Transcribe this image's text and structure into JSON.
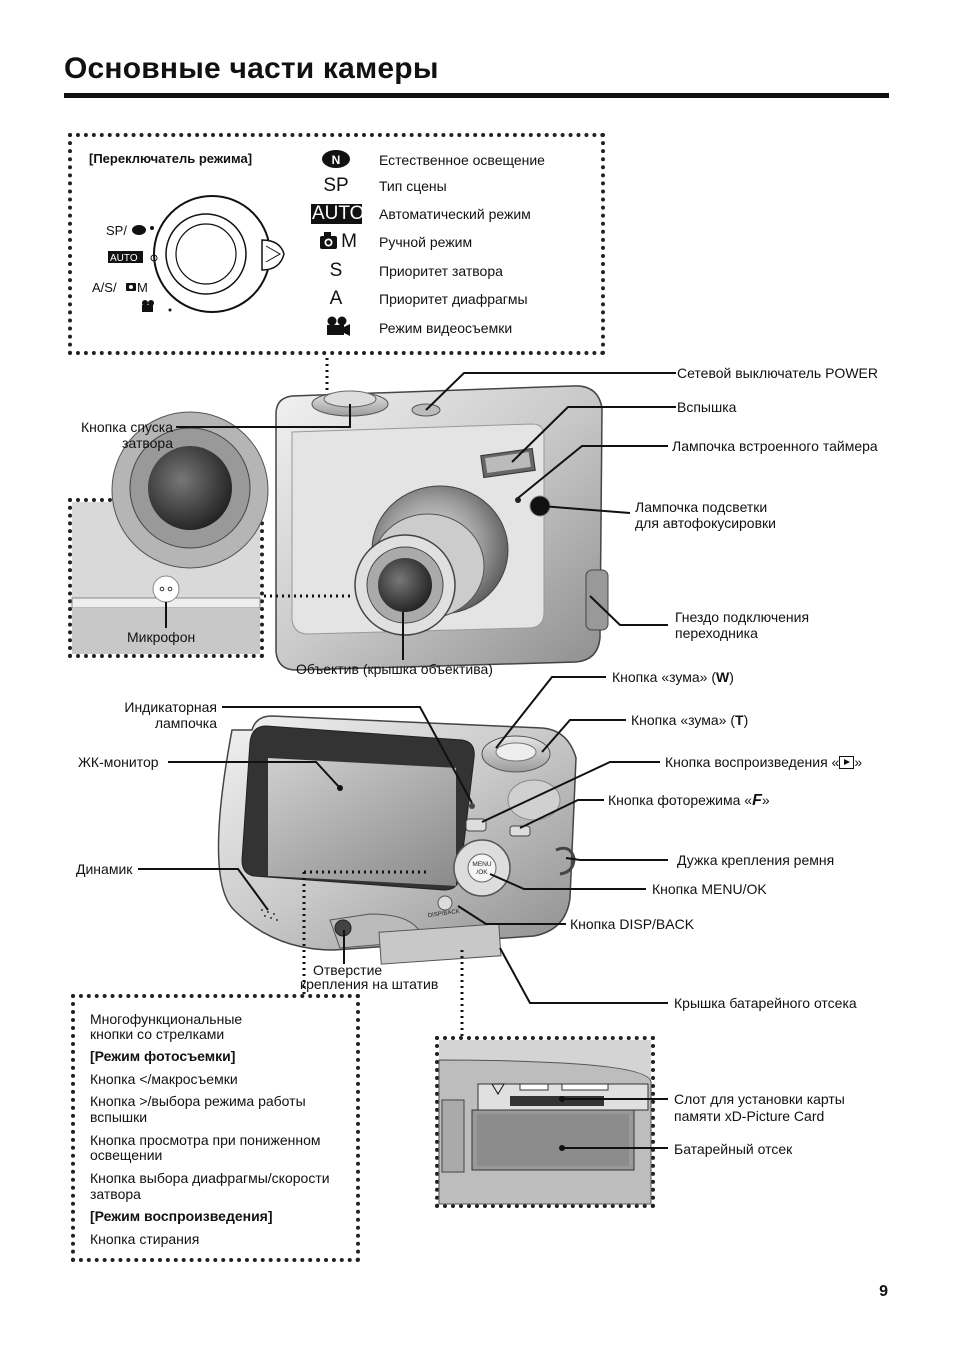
{
  "page_title": "Основные части камеры",
  "page_number": "9",
  "mode_dial": {
    "heading": "[Переключатель режима]",
    "dial_labels": {
      "sp": "SP/",
      "auto": "AUTO",
      "asm": "A/S/",
      "asm_m": "M"
    },
    "modes": [
      {
        "symbol": "N",
        "label": "Естественное освещение"
      },
      {
        "symbol": "SP",
        "label": "Тип сцены"
      },
      {
        "symbol": "AUTO",
        "label": "Автоматический режим"
      },
      {
        "symbol": "M",
        "label": "Ручной режим"
      },
      {
        "symbol": "S",
        "label": "Приоритет затвора"
      },
      {
        "symbol": "A",
        "label": "Приоритет диафрагмы"
      },
      {
        "symbol": "movie-camera-icon",
        "label": "Режим видеосъемки"
      }
    ]
  },
  "front_labels": {
    "power": "Сетевой выключатель POWER",
    "flash": "Вспышка",
    "self_timer": "Лампочка встроенного таймера",
    "af_assist_1": "Лампочка подсветки",
    "af_assist_2": "для автофокусировки",
    "shutter_1": "Кнопка спуска",
    "shutter_2": "затвора",
    "adapter_1": "Гнездо подключения",
    "adapter_2": "переходника",
    "microphone": "Микрофон",
    "lens": "Объектив (крышка объектива)"
  },
  "back_labels": {
    "zoom_w_prefix": "Кнопка «зума» (",
    "zoom_w_key": "W",
    "zoom_w_suffix": ")",
    "zoom_t_prefix": "Кнопка «зума» (",
    "zoom_t_key": "T",
    "zoom_t_suffix": ")",
    "indicator_1": "Индикаторная",
    "indicator_2": "лампочка",
    "lcd": "ЖК-монитор",
    "playback_prefix": "Кнопка воспроизведения «",
    "playback_suffix": "»",
    "photo_mode_prefix": "Кнопка фоторежима «",
    "photo_mode_suffix": "»",
    "strap": "Дужка крепления ремня",
    "speaker": "Динамик",
    "menu_ok": "Кнопка MENU/OK",
    "disp_back": "Кнопка DISP/BACK",
    "tripod_1": "Отверстие",
    "tripod_2": "крепления на штатив",
    "battery_cover": "Крышка батарейного отсека",
    "card_slot_1": "Слот для установки карты",
    "card_slot_2": "памяти xD-Picture Card",
    "battery_comp": "Батарейный отсек"
  },
  "arrow_buttons": {
    "heading_1": "Многофункциональные",
    "heading_2": "кнопки со стрелками",
    "photo_mode_header": "[Режим фотосъемки]",
    "left_macro": "Кнопка </макросъемки",
    "right_flash_1": "Кнопка >/выбора режима работы",
    "right_flash_2": "вспышки",
    "low_light_1": "Кнопка просмотра при пониженном",
    "low_light_2": "освещении",
    "aperture_1": "Кнопка выбора диафрагмы/скорости",
    "aperture_2": "затвора",
    "playback_header": "[Режим воспроизведения]",
    "delete": "Кнопка стирания"
  },
  "camera_text": {
    "menu": "MENU",
    "ok": "/OK",
    "disp": "DISP/BACK"
  }
}
